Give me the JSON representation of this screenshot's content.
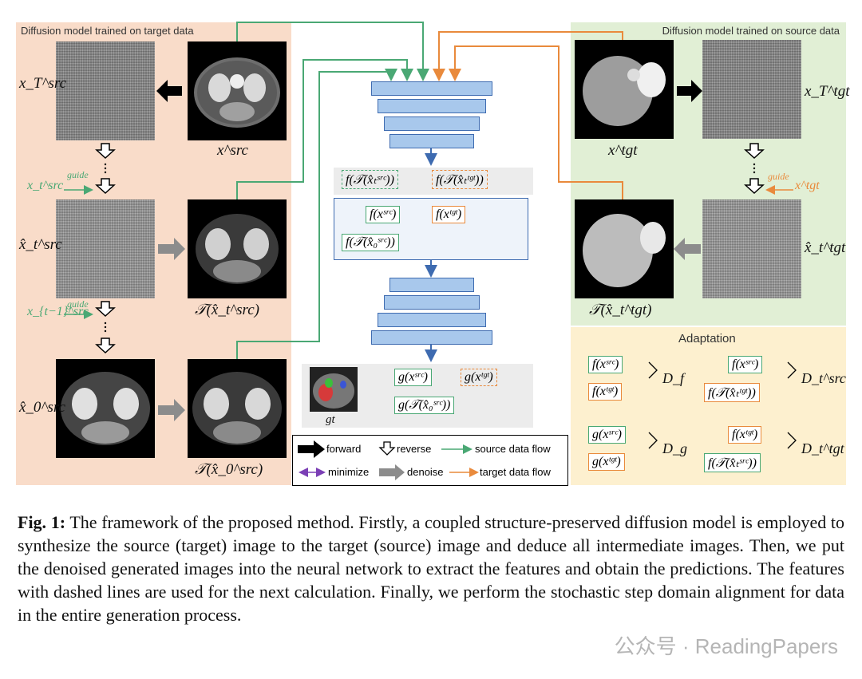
{
  "panels": {
    "left_title": "Diffusion model trained on target data",
    "right_title": "Diffusion model trained on source data",
    "adapt_title": "Adaptation"
  },
  "labels": {
    "x_T_src": "x_T^src",
    "x_src": "x^src",
    "x_t_hat_src": "x̂_t^src",
    "T_x_t_hat_src": "𝒯(x̂_t^src)",
    "x_0_hat_src": "x̂_0^src",
    "T_x_0_hat_src": "𝒯(x̂_0^src)",
    "x_tgt": "x^tgt",
    "x_T_tgt": "x_T^tgt",
    "x_t_hat_tgt": "x̂_t^tgt",
    "T_x_t_hat_tgt": "𝒯(x̂_t^tgt)",
    "x_t_src_guide": "x_t^src",
    "x_t1_src_guide": "x_{t−1}^src",
    "x_tgt_guide": "x^tgt",
    "guide_word": "guide",
    "gt": "gt"
  },
  "features": {
    "f_T_xt_src": "f(𝒯(x̂ₜˢʳᶜ))",
    "f_T_xt_tgt": "f(𝒯(x̂ₜᵗᵍᵗ))",
    "f_x_src": "f(xˢʳᶜ)",
    "f_x_tgt": "f(xᵗᵍᵗ)",
    "f_T_x0_src": "f(𝒯(x̂₀ˢʳᶜ))",
    "g_x_src": "g(xˢʳᶜ)",
    "g_x_tgt": "g(xᵗᵍᵗ)",
    "g_T_x0_src": "g(𝒯(x̂₀ˢʳᶜ))"
  },
  "adaptation": {
    "Df_a": "f(xˢʳᶜ)",
    "Df_b": "f(xᵗᵍᵗ)",
    "Df": "D_f",
    "Dtsrc_a": "f(xˢʳᶜ)",
    "Dtsrc_b": "f(𝒯(x̂ₜᵗᵍᵗ))",
    "Dtsrc": "D_t^src",
    "Dg_a": "g(xˢʳᶜ)",
    "Dg_b": "g(xᵗᵍᵗ)",
    "Dg": "D_g",
    "Dttgt_a": "f(xᵗᵍᵗ)",
    "Dttgt_b": "f(𝒯(x̂ₜˢʳᶜ))",
    "Dttgt": "D_t^tgt"
  },
  "legend": {
    "forward": "forward",
    "reverse": "reverse",
    "source_flow": "source data flow",
    "minimize": "minimize",
    "denoise": "denoise",
    "target_flow": "target data flow"
  },
  "caption": {
    "prefix": "Fig. 1:",
    "text": "The framework of the proposed method. Firstly, a coupled structure-preserved diffusion model is employed to synthesize the source (target) image to the target (source) image and deduce all intermediate images. Then, we put the denoised generated images into the neural network to extract the features and obtain the predictions. The features with dashed lines are used for the next calculation. Finally, we perform the stochastic step domain alignment for data in the entire generation process."
  },
  "watermark": "公众号 · ReadingPapers",
  "colors": {
    "source_flow": "#4aa874",
    "target_flow": "#e98a3c",
    "minimize": "#7b3fb5",
    "network_fill": "#a8c8ec",
    "network_stroke": "#3e6bb0"
  }
}
